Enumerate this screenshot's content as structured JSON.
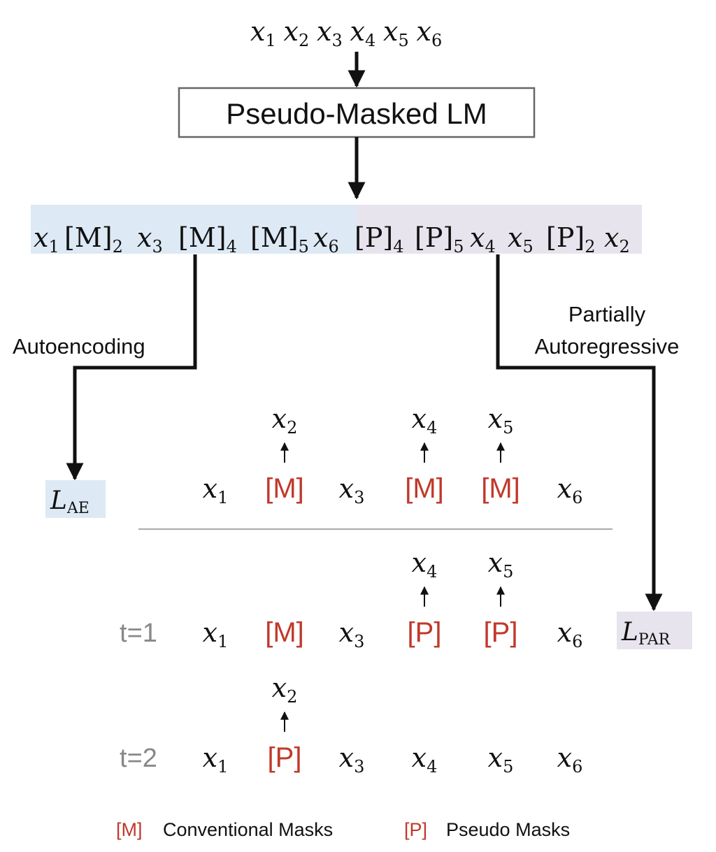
{
  "input_tokens": [
    {
      "base": "x",
      "sub": "1"
    },
    {
      "base": "x",
      "sub": "2"
    },
    {
      "base": "x",
      "sub": "3"
    },
    {
      "base": "x",
      "sub": "4"
    },
    {
      "base": "x",
      "sub": "5"
    },
    {
      "base": "x",
      "sub": "6"
    }
  ],
  "model_label": "Pseudo-Masked LM",
  "masked_sequence": [
    {
      "base": "x",
      "sub": "1",
      "kind": "var"
    },
    {
      "base": "[M]",
      "sub": "2",
      "kind": "tok"
    },
    {
      "base": "x",
      "sub": "3",
      "kind": "var"
    },
    {
      "base": "[M]",
      "sub": "4",
      "kind": "tok"
    },
    {
      "base": "[M]",
      "sub": "5",
      "kind": "tok"
    },
    {
      "base": "x",
      "sub": "6",
      "kind": "var"
    },
    {
      "base": "[P]",
      "sub": "4",
      "kind": "tok"
    },
    {
      "base": "[P]",
      "sub": "5",
      "kind": "tok"
    },
    {
      "base": "x",
      "sub": "4",
      "kind": "var"
    },
    {
      "base": "x",
      "sub": "5",
      "kind": "var"
    },
    {
      "base": "[P]",
      "sub": "2",
      "kind": "tok"
    },
    {
      "base": "x",
      "sub": "2",
      "kind": "var"
    }
  ],
  "branch_left_label": "Autoencoding",
  "branch_right_label": [
    "Partially",
    "Autoregressive"
  ],
  "loss_ae": {
    "script": "L",
    "sub": "AE"
  },
  "loss_par": {
    "script": "L",
    "sub": "PAR"
  },
  "ae_row": {
    "tokens": [
      {
        "text": "x",
        "sub": "1",
        "kind": "var"
      },
      {
        "text": "[M]",
        "kind": "mask"
      },
      {
        "text": "x",
        "sub": "3",
        "kind": "var"
      },
      {
        "text": "[M]",
        "kind": "mask"
      },
      {
        "text": "[M]",
        "kind": "mask"
      },
      {
        "text": "x",
        "sub": "6",
        "kind": "var"
      }
    ],
    "predictions": [
      {
        "col": 1,
        "base": "x",
        "sub": "2"
      },
      {
        "col": 3,
        "base": "x",
        "sub": "4"
      },
      {
        "col": 4,
        "base": "x",
        "sub": "5"
      }
    ]
  },
  "par_steps": [
    {
      "label": "t=1",
      "tokens": [
        {
          "text": "x",
          "sub": "1",
          "kind": "var"
        },
        {
          "text": "[M]",
          "kind": "mask"
        },
        {
          "text": "x",
          "sub": "3",
          "kind": "var"
        },
        {
          "text": "[P]",
          "kind": "mask"
        },
        {
          "text": "[P]",
          "kind": "mask"
        },
        {
          "text": "x",
          "sub": "6",
          "kind": "var"
        }
      ],
      "predictions": [
        {
          "col": 3,
          "base": "x",
          "sub": "4"
        },
        {
          "col": 4,
          "base": "x",
          "sub": "5"
        }
      ]
    },
    {
      "label": "t=2",
      "tokens": [
        {
          "text": "x",
          "sub": "1",
          "kind": "var"
        },
        {
          "text": "[P]",
          "kind": "mask"
        },
        {
          "text": "x",
          "sub": "3",
          "kind": "var"
        },
        {
          "text": "x",
          "sub": "4",
          "kind": "var"
        },
        {
          "text": "x",
          "sub": "5",
          "kind": "var"
        },
        {
          "text": "x",
          "sub": "6",
          "kind": "var"
        }
      ],
      "predictions": [
        {
          "col": 1,
          "base": "x",
          "sub": "2"
        }
      ]
    }
  ],
  "legend": [
    {
      "symbol": "[M]",
      "text": "Conventional Masks"
    },
    {
      "symbol": "[P]",
      "text": "Pseudo Masks"
    }
  ],
  "colors": {
    "mask": "#c0392b",
    "ae_fill": "#dde9f4",
    "par_fill": "#e8e4ee",
    "step_label": "#888888",
    "ink": "#111111",
    "divider": "#aaaaaa",
    "box_border": "#666666"
  }
}
